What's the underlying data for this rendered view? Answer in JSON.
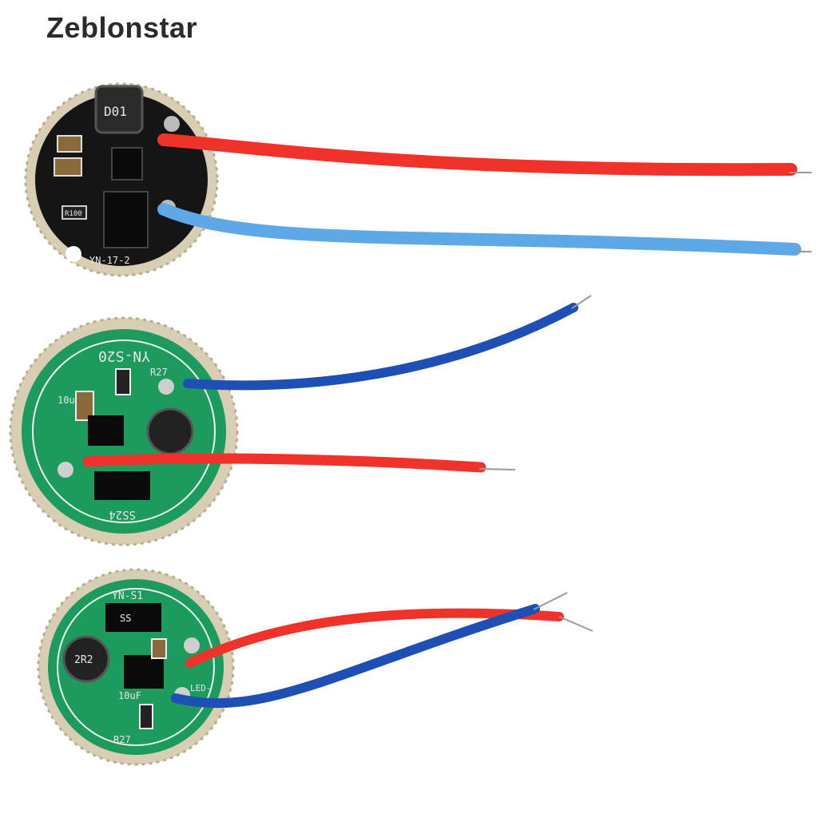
{
  "header": {
    "brand": "Zeblonstar"
  },
  "boards": [
    {
      "id": "board-1",
      "pcb_color": "#161616",
      "silkscreen": [
        "YN-17-2",
        "D01",
        "R100"
      ]
    },
    {
      "id": "board-2",
      "pcb_color": "#1d9a5e",
      "silkscreen": [
        "YN-S20",
        "10uF",
        "R27",
        "SS24"
      ]
    },
    {
      "id": "board-3",
      "pcb_color": "#1d9a5e",
      "silkscreen": [
        "YN-S1",
        "2R2",
        "10uF",
        "R27",
        "SS",
        "LED-"
      ]
    }
  ],
  "colors": {
    "wire_red": "#f0322a",
    "wire_blue_light": "#5fa8e8",
    "wire_blue_dark": "#1e4fb4",
    "rim": "#d9cfb8"
  }
}
